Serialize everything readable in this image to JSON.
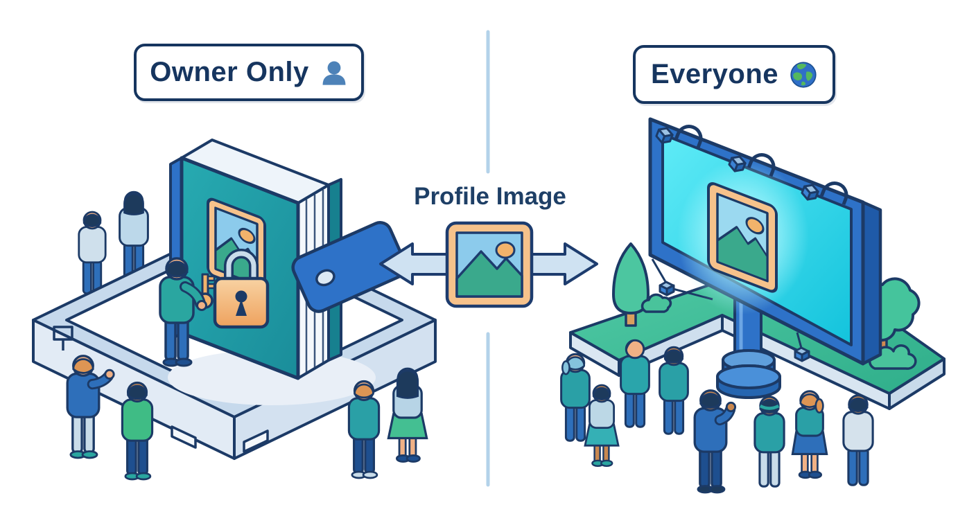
{
  "left_badge": {
    "label": "Owner Only",
    "icon": "person-icon"
  },
  "right_badge": {
    "label": "Everyone",
    "icon": "globe-icon"
  },
  "center": {
    "title": "Profile Image",
    "icons": [
      "photo-icon",
      "arrow-left-icon",
      "arrow-right-icon"
    ]
  },
  "left_scene": {
    "name": "private-locked-album",
    "icons": [
      "privacy-wall",
      "locked-photo-album",
      "padlock-icon",
      "key-icon",
      "photo-icon"
    ],
    "owner_count": 1,
    "people_outside_wall": 6
  },
  "right_scene": {
    "name": "public-billboard",
    "icons": [
      "billboard",
      "photo-icon",
      "cone-tree",
      "round-tree",
      "bush",
      "spotlight-hoops"
    ],
    "viewer_count": 8
  },
  "divider": {
    "style": "vertical-dashed-gap",
    "color": "#b3d2ea"
  },
  "palette": {
    "outline_navy": "#1c3a66",
    "text_navy": "#16355f",
    "accent_blue": "#2e72c8",
    "deep_blue": "#1f5aa8",
    "book_teal": "#21a0a8",
    "screen_cyan": "#29d8ec",
    "glow_cyan": "#c8f9ff",
    "frame_orange": "#f6c28b",
    "lock_orange": "#efa868",
    "grass_green": "#45c19a",
    "leaf_green": "#4cc6a0",
    "light_blue": "#cfe2f2",
    "wall_blue": "#c6d9ec",
    "pale_wall": "#e2ebf5",
    "skin": "#f0b185",
    "skin_dark": "#c98850",
    "person_icon_blue": "#4d82b8",
    "divider_blue": "#b3d2ea",
    "shirt_teal": "#2aa0a6",
    "shirt_green": "#3fbc85",
    "pants_blue": "#2e6fba",
    "pants_navy": "#1e4f8f",
    "hair_navy": "#1d3a5c",
    "hair_orange": "#dd9554",
    "hair_lightblue": "#85c3dc"
  }
}
